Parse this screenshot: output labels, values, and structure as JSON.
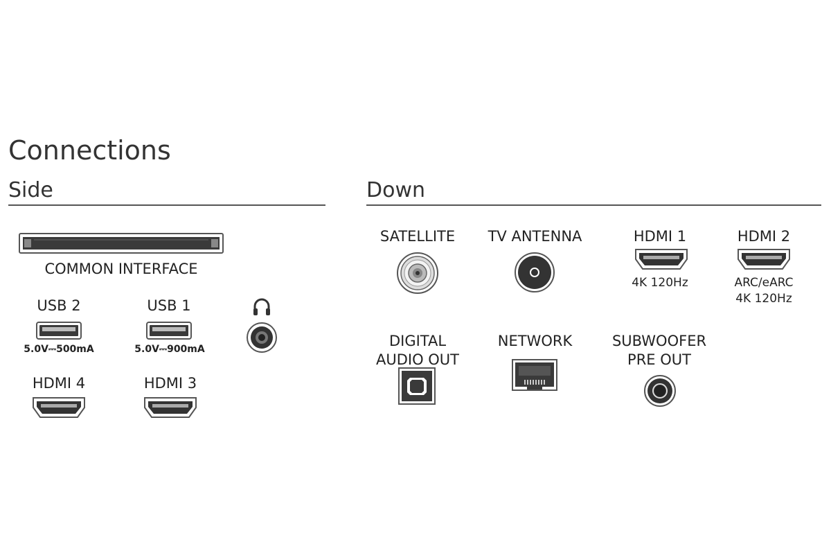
{
  "page": {
    "title": "Connections"
  },
  "side": {
    "heading": "Side",
    "common_interface_label": "COMMON INTERFACE",
    "usb2": {
      "label": "USB 2",
      "spec": "5.0V⎓500mA"
    },
    "usb1": {
      "label": "USB 1",
      "spec": "5.0V⎓900mA"
    },
    "headphone_icon": "headphones-icon",
    "hdmi4": {
      "label": "HDMI 4"
    },
    "hdmi3": {
      "label": "HDMI 3"
    }
  },
  "down": {
    "heading": "Down",
    "satellite": {
      "label": "SATELLITE"
    },
    "tv_antenna": {
      "label": "TV ANTENNA"
    },
    "hdmi1": {
      "label": "HDMI 1",
      "sub": "4K 120Hz"
    },
    "hdmi2": {
      "label": "HDMI 2",
      "sub1": "ARC/eARC",
      "sub2": "4K 120Hz"
    },
    "digital_audio_out": {
      "label1": "DIGITAL",
      "label2": "AUDIO OUT"
    },
    "network": {
      "label": "NETWORK"
    },
    "subwoofer": {
      "label1": "SUBWOOFER",
      "label2": "PRE OUT"
    }
  },
  "colors": {
    "port_dark": "#333333",
    "port_outline": "#555555",
    "rule": "#555555"
  }
}
